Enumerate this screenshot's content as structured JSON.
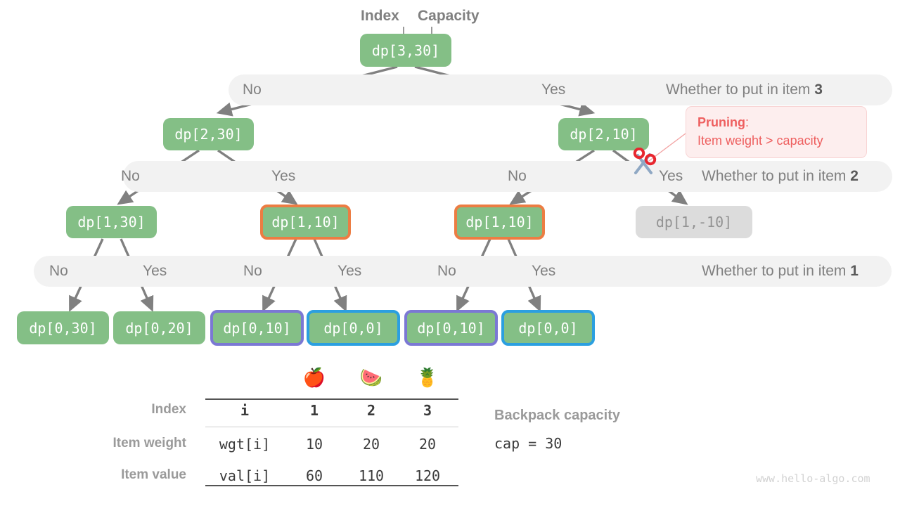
{
  "annotations": {
    "index_label": "Index",
    "capacity_label": "Capacity"
  },
  "tree": {
    "nodes": [
      {
        "id": "root",
        "label": "dp[3,30]",
        "style": "green"
      },
      {
        "id": "n2a",
        "label": "dp[2,30]",
        "style": "green"
      },
      {
        "id": "n2b",
        "label": "dp[2,10]",
        "style": "green"
      },
      {
        "id": "n3a",
        "label": "dp[1,30]",
        "style": "green"
      },
      {
        "id": "n3b",
        "label": "dp[1,10]",
        "style": "orange"
      },
      {
        "id": "n3c",
        "label": "dp[1,10]",
        "style": "orange"
      },
      {
        "id": "n3d",
        "label": "dp[1,-10]",
        "style": "muted"
      },
      {
        "id": "n4a",
        "label": "dp[0,30]",
        "style": "green"
      },
      {
        "id": "n4b",
        "label": "dp[0,20]",
        "style": "green"
      },
      {
        "id": "n4c",
        "label": "dp[0,10]",
        "style": "purple"
      },
      {
        "id": "n4d",
        "label": "dp[0,0]",
        "style": "blue"
      },
      {
        "id": "n4e",
        "label": "dp[0,10]",
        "style": "purple"
      },
      {
        "id": "n4f",
        "label": "dp[0,0]",
        "style": "blue"
      }
    ]
  },
  "levels": [
    {
      "question": "Whether to put in item ",
      "item": "3",
      "choices": [
        "No",
        "Yes"
      ]
    },
    {
      "question": "Whether to put in item ",
      "item": "2",
      "choices": [
        "No",
        "Yes",
        "No",
        "Yes"
      ]
    },
    {
      "question": "Whether to put in item ",
      "item": "1",
      "choices": [
        "No",
        "Yes",
        "No",
        "Yes",
        "No",
        "Yes"
      ]
    }
  ],
  "pruning": {
    "title": "Pruning",
    "colon": ":",
    "reason": "Item weight > capacity",
    "icon": "scissors-icon",
    "color": "#ee5f5f"
  },
  "table": {
    "row_labels": [
      "Index",
      "Item weight",
      "Item value"
    ],
    "col_key": [
      "i",
      "wgt[i]",
      "val[i]"
    ],
    "emoji": [
      "apple-icon",
      "watermelon-icon",
      "pineapple-icon"
    ],
    "columns": [
      "1",
      "2",
      "3"
    ],
    "weights": [
      "10",
      "20",
      "20"
    ],
    "values": [
      "60",
      "110",
      "120"
    ]
  },
  "capacity": {
    "title": "Backpack capacity",
    "value": "cap = 30"
  },
  "watermark": "www.hello-algo.com",
  "colors": {
    "node_green": "#84bf86",
    "node_muted": "#dcdcdc",
    "border_orange": "#ec7d43",
    "border_purple": "#7b78d4",
    "border_blue": "#2b9fe0",
    "band": "#f2f2f2",
    "edge": "#808080",
    "prune_red": "#ee5f5f"
  }
}
